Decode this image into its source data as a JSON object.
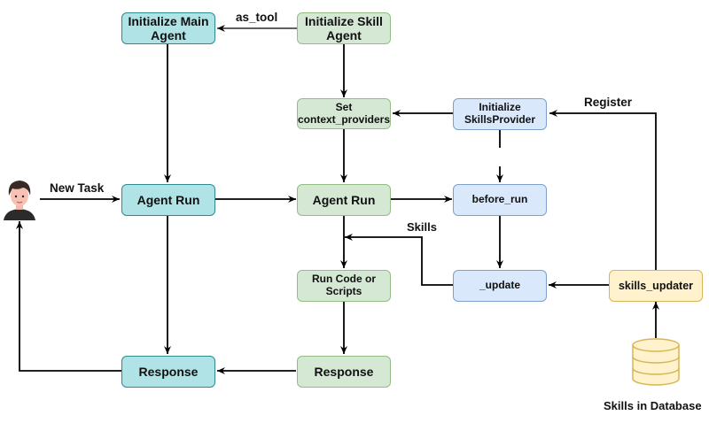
{
  "nodes": {
    "init_main_agent": "Initialize Main Agent",
    "init_skill_agent": "Initialize Skill Agent",
    "set_context_providers_line1": "Set",
    "set_context_providers_line2": "context_providers",
    "init_skills_provider_line1": "Initialize",
    "init_skills_provider_line2": "SkillsProvider",
    "main_agent_run": "Agent Run",
    "skill_agent_run": "Agent Run",
    "before_run": "before_run",
    "run_code": "Run Code or Scripts",
    "update": "_update",
    "skills_updater": "skills_updater",
    "main_response": "Response",
    "skill_response": "Response",
    "database": "Skills in Database"
  },
  "edge_labels": {
    "as_tool": "as_tool",
    "new_task": "New Task",
    "register": "Register",
    "skills": "Skills"
  },
  "colors": {
    "main_agent_fill": "#b0e3e6",
    "skill_agent_fill": "#d5e8d4",
    "provider_fill": "#dae8fc",
    "updater_fill": "#fff2cc"
  }
}
